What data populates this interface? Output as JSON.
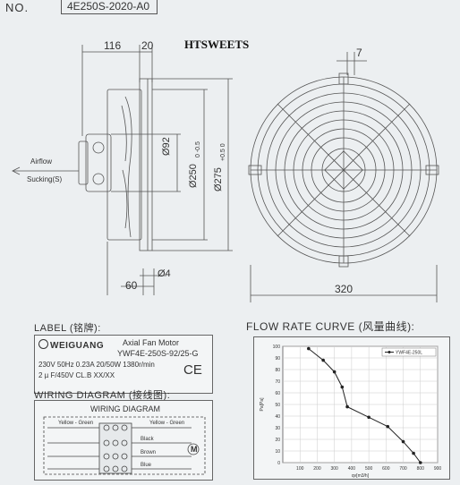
{
  "header": {
    "no_label": "NO.",
    "model": "4E250S-2020-A0"
  },
  "brand": "HTSWEETS",
  "side_view": {
    "airflow": "Airflow",
    "sucking": "Sucking(S)",
    "dim_116": "116",
    "dim_20": "20",
    "dim_60": "60",
    "dim_4": "Ø4",
    "dim_92": "Ø92",
    "dim_250": "Ø250",
    "dim_250_tol": "0 -0.5",
    "dim_275": "Ø275",
    "dim_275_tol": "+0.5 0"
  },
  "front_view": {
    "dim_7": "7",
    "dim_320": "320"
  },
  "label_section": {
    "title": "LABEL (铭牌):",
    "logo": "WEIGUANG",
    "motor_type": "Axial Fan Motor",
    "model": "YWF4E-250S-92/25-G",
    "spec_line": "230V 50Hz 0.23A 20/50W 1380r/min",
    "cap_line": "2 µ F/450V CL.B XX/XX",
    "ce_mark": "CE"
  },
  "wiring_section": {
    "title": "WIRING DIAGRAM (接线图):",
    "box_title": "WIRING DIAGRAM",
    "wire_yg_left": "Yellow - Green",
    "wire_yg_right": "Yellow - Green",
    "wire_black": "Black",
    "wire_brown": "Brown",
    "wire_blue": "Blue",
    "motor": "M"
  },
  "flow_section": {
    "title": "FLOW RATE CURVE (风量曲线):"
  },
  "chart_data": {
    "type": "line",
    "title": "",
    "xlabel": "qv[m3/h]",
    "ylabel": "Pa[Pa]",
    "xlim": [
      0,
      900
    ],
    "ylim": [
      0,
      100
    ],
    "xticks": [
      100,
      200,
      300,
      400,
      500,
      600,
      700,
      800,
      900
    ],
    "yticks": [
      0,
      10,
      20,
      30,
      40,
      50,
      60,
      70,
      80,
      90,
      100
    ],
    "grid": true,
    "legend_position": "top-right",
    "series": [
      {
        "name": "YWF4E-250L",
        "color": "#222222",
        "x": [
          150,
          235,
          300,
          345,
          375,
          500,
          610,
          700,
          760,
          800
        ],
        "y": [
          98,
          88,
          78,
          65,
          48,
          39,
          31,
          18,
          8,
          0
        ]
      }
    ]
  }
}
